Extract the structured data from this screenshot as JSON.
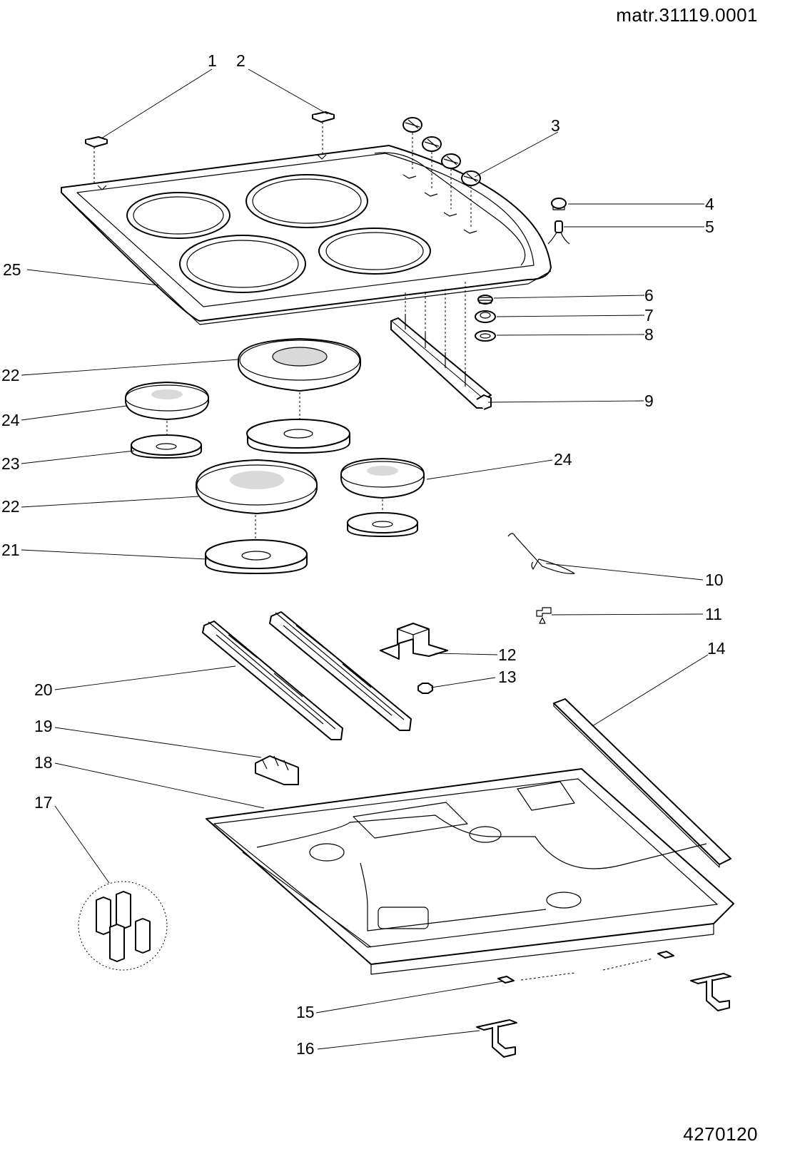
{
  "header": {
    "material_code": "matr.31119.0001"
  },
  "footer": {
    "drawing_number": "4270120"
  },
  "callouts": [
    "1",
    "2",
    "3",
    "4",
    "5",
    "6",
    "7",
    "8",
    "9",
    "10",
    "11",
    "12",
    "13",
    "14",
    "15",
    "16",
    "17",
    "18",
    "19",
    "20",
    "21",
    "22",
    "22",
    "23",
    "24",
    "24",
    "25"
  ]
}
